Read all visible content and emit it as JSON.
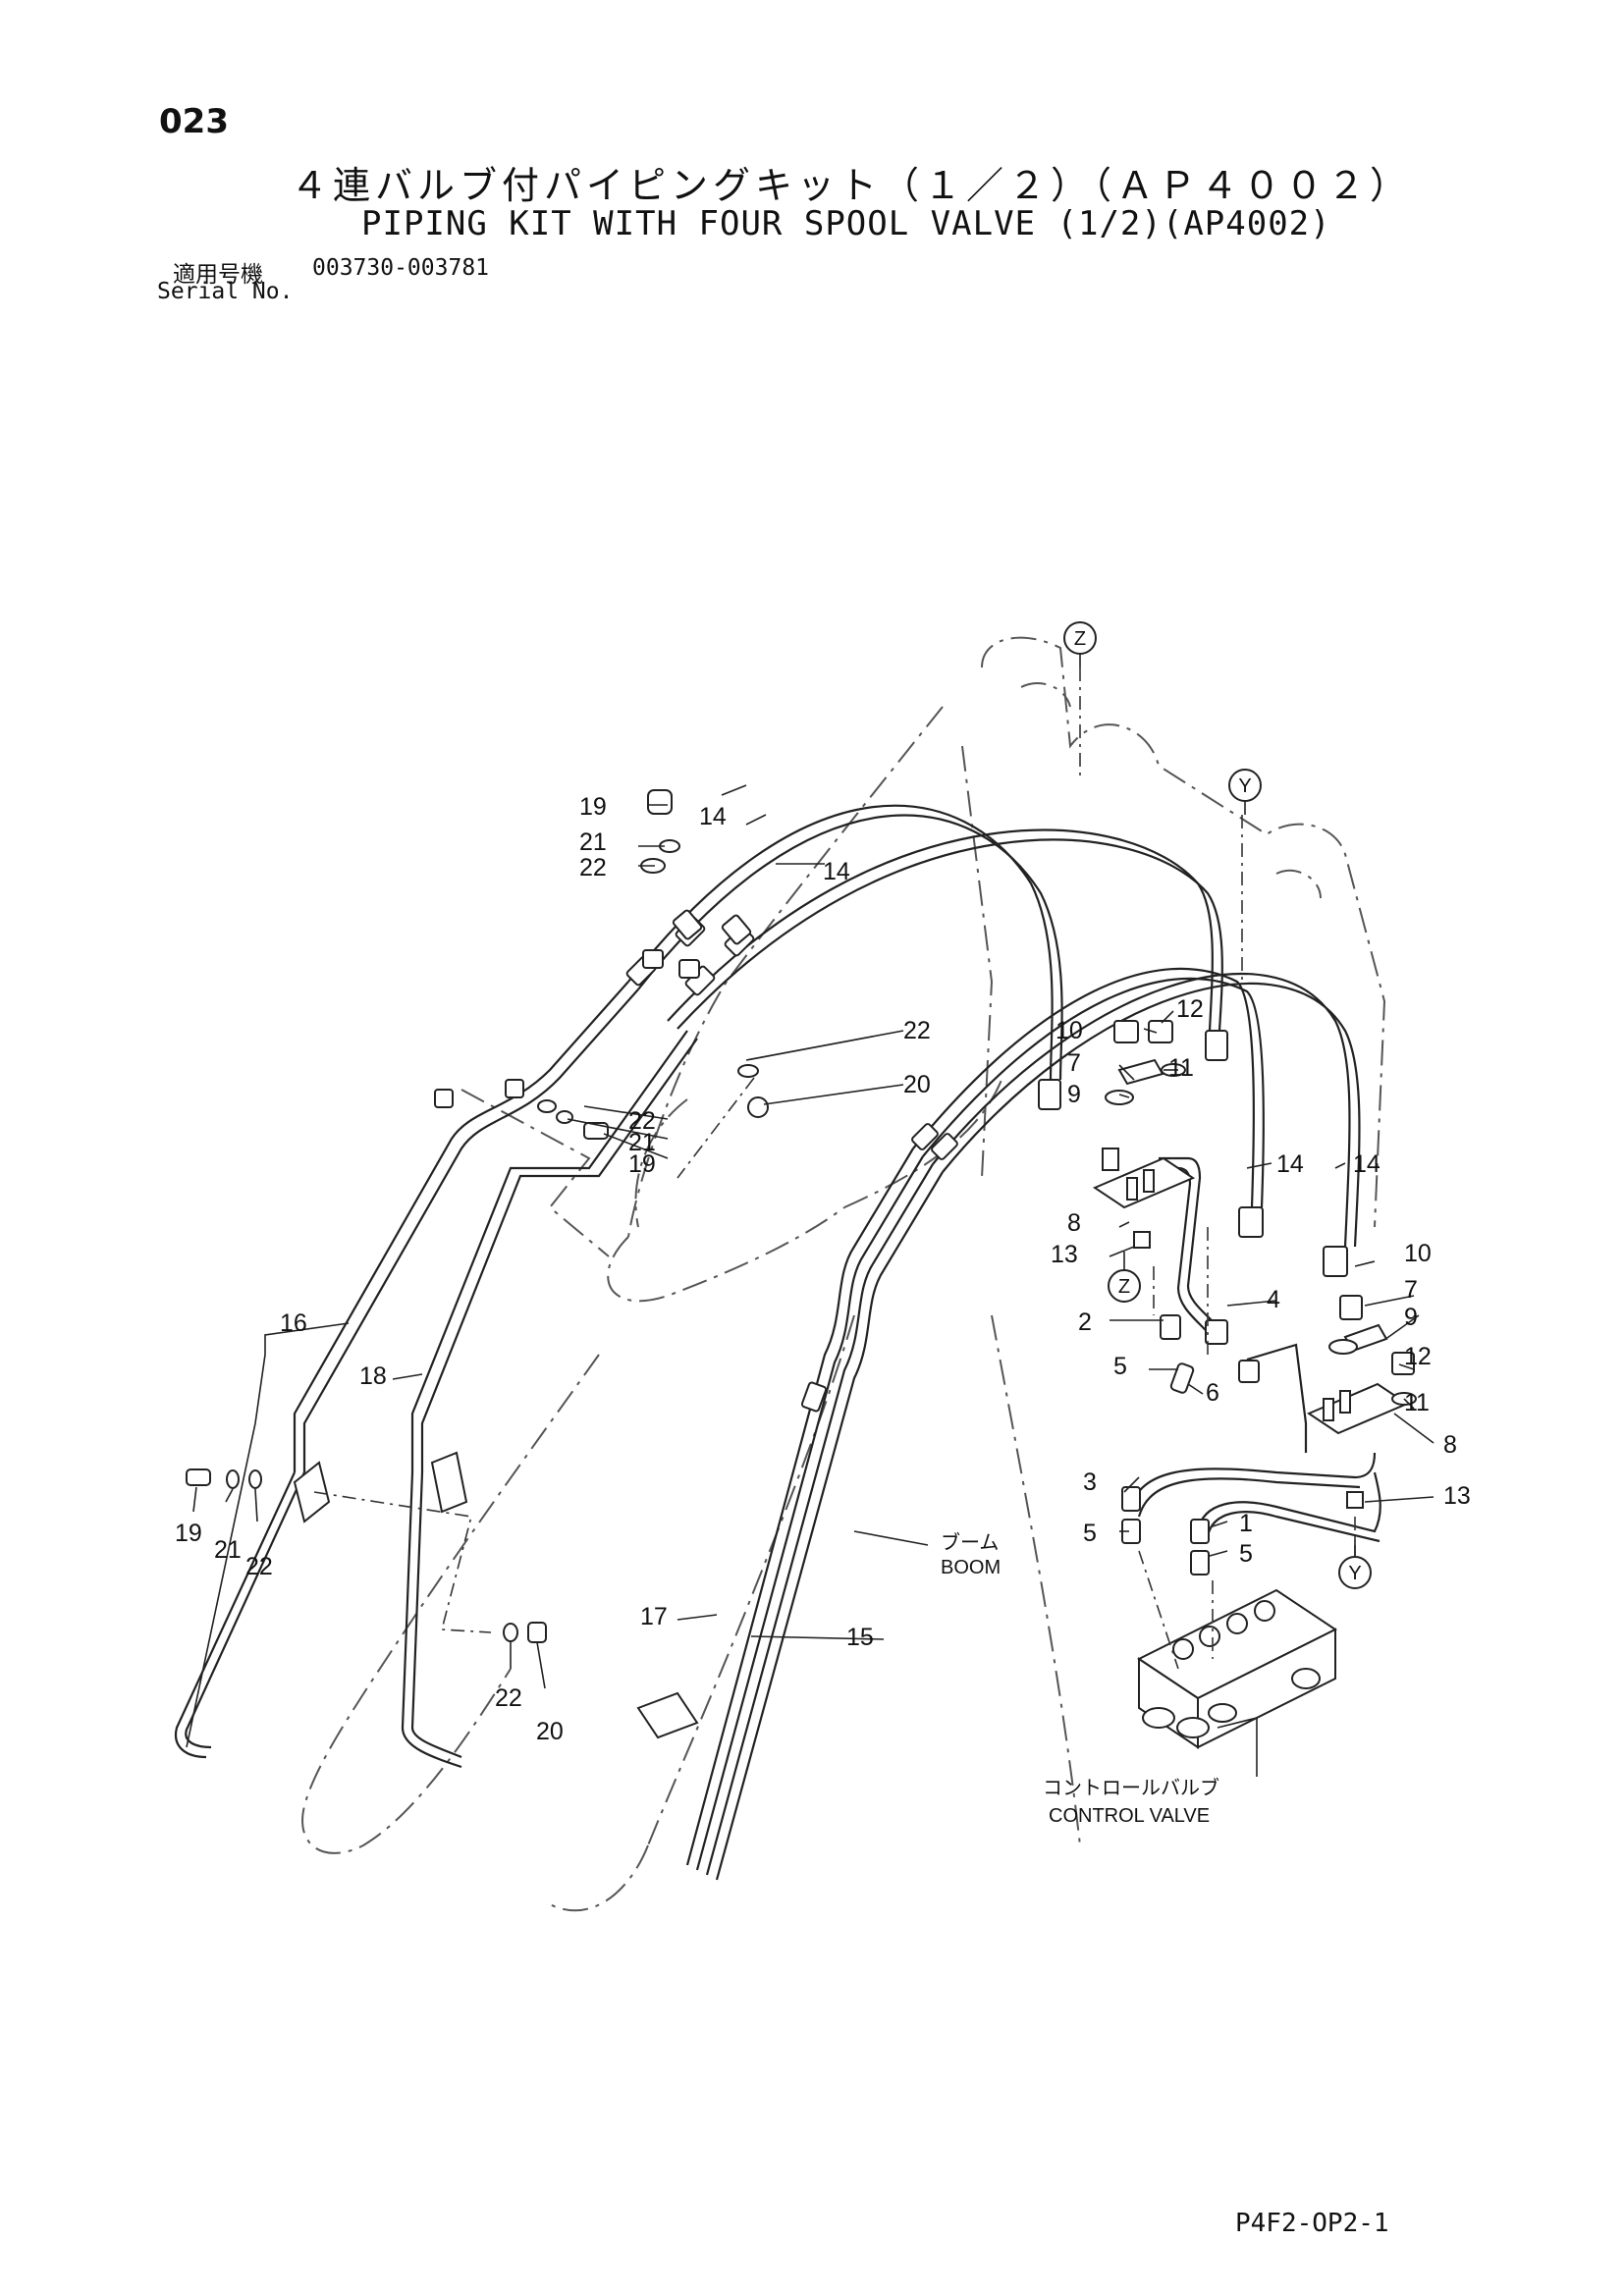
{
  "header": {
    "page_number": "023",
    "title_jp": "４連バルブ付パイピングキット（１／２）（ＡＰ４００２）",
    "title_en": "PIPING KIT WITH FOUR SPOOL VALVE (1/2)(AP4002)",
    "serial_label_jp": "適用号機",
    "serial_label_en": "Serial No.",
    "serial_range": "003730-003781"
  },
  "callouts": {
    "c1": "1",
    "c2": "2",
    "c3": "3",
    "c4": "4",
    "c5a": "5",
    "c5b": "5",
    "c5c": "5",
    "c6": "6",
    "c7a": "7",
    "c7b": "7",
    "c8a": "8",
    "c8b": "8",
    "c9a": "9",
    "c9b": "9",
    "c10a": "10",
    "c10b": "10",
    "c11a": "11",
    "c11b": "11",
    "c12a": "12",
    "c12b": "12",
    "c13a": "13",
    "c13b": "13",
    "c14a": "14",
    "c14b": "14",
    "c14c": "14",
    "c14d": "14",
    "c15": "15",
    "c16": "16",
    "c17": "17",
    "c18": "18",
    "c19a": "19",
    "c19b": "19",
    "c19c": "19",
    "c20a": "20",
    "c20b": "20",
    "c21a": "21",
    "c21b": "21",
    "c21c": "21",
    "c22a": "22",
    "c22b": "22",
    "c22c": "22",
    "c22d": "22",
    "c22e": "22"
  },
  "view_markers": {
    "z_top": "Z",
    "y_top": "Y",
    "z_mid": "Z",
    "y_low": "Y"
  },
  "labels": {
    "boom_jp": "ブーム",
    "boom_en": "BOOM",
    "control_valve_jp": "コントロールバルブ",
    "control_valve_en": "CONTROL VALVE"
  },
  "footer": {
    "drawing_code": "P4F2-OP2-1"
  }
}
